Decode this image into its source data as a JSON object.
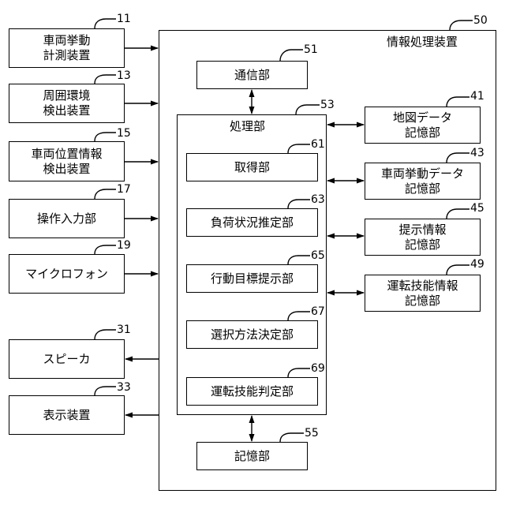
{
  "external_inputs": [
    {
      "ref": "11",
      "line1": "車両挙動",
      "line2": "計測装置"
    },
    {
      "ref": "13",
      "line1": "周囲環境",
      "line2": "検出装置"
    },
    {
      "ref": "15",
      "line1": "車両位置情報",
      "line2": "検出装置"
    },
    {
      "ref": "17",
      "line1": "操作入力部",
      "line2": ""
    },
    {
      "ref": "19",
      "line1": "マイクロフォン",
      "line2": ""
    }
  ],
  "outputs": [
    {
      "ref": "31",
      "label": "スピーカ"
    },
    {
      "ref": "33",
      "label": "表示装置"
    }
  ],
  "info_device": {
    "ref": "50",
    "label": "情報処理装置"
  },
  "comm": {
    "ref": "51",
    "label": "通信部"
  },
  "processing": {
    "ref": "53",
    "label": "処理部"
  },
  "storage_main": {
    "ref": "55",
    "label": "記憶部"
  },
  "sub_units": [
    {
      "ref": "61",
      "label": "取得部"
    },
    {
      "ref": "63",
      "label": "負荷状況推定部"
    },
    {
      "ref": "65",
      "label": "行動目標提示部"
    },
    {
      "ref": "67",
      "label": "選択方法決定部"
    },
    {
      "ref": "69",
      "label": "運転技能判定部"
    }
  ],
  "memories": [
    {
      "ref": "41",
      "line1": "地図データ",
      "line2": "記憶部"
    },
    {
      "ref": "43",
      "line1": "車両挙動データ",
      "line2": "記憶部"
    },
    {
      "ref": "45",
      "line1": "提示情報",
      "line2": "記憶部"
    },
    {
      "ref": "49",
      "line1": "運転技能情報",
      "line2": "記憶部"
    }
  ]
}
